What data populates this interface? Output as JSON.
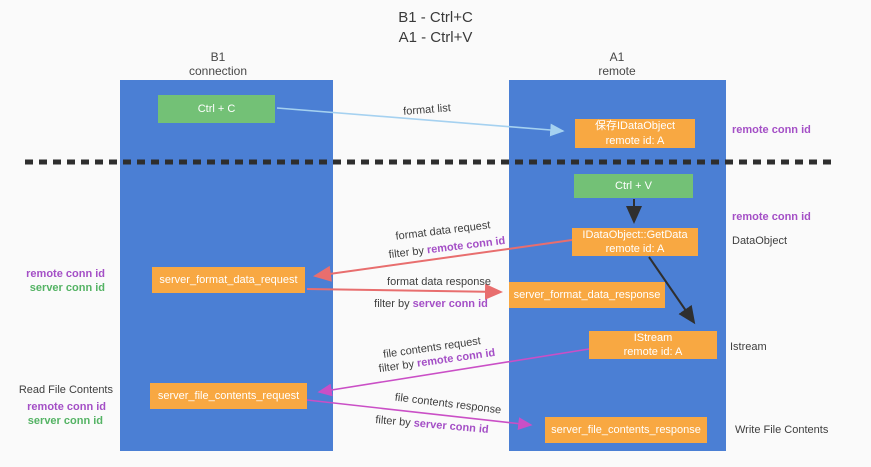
{
  "title": {
    "line1": "B1 - Ctrl+C",
    "line2": "A1 - Ctrl+V"
  },
  "lanes": {
    "b1": {
      "name": "B1",
      "role": "connection"
    },
    "a1": {
      "name": "A1",
      "role": "remote"
    }
  },
  "nodes": {
    "ctrl_c": {
      "label": "Ctrl + C"
    },
    "save_idataobject": {
      "line1": "保存IDataObject",
      "line2": "remote id: A"
    },
    "ctrl_v": {
      "label": "Ctrl + V"
    },
    "getdata": {
      "line1": "IDataObject::GetData",
      "line2": "remote id: A"
    },
    "istream": {
      "line1": "IStream",
      "line2": "remote id: A"
    },
    "format_request": {
      "label": "server_format_data_request"
    },
    "format_response": {
      "label": "server_format_data_response"
    },
    "file_request": {
      "label": "server_file_contents_request"
    },
    "file_response": {
      "label": "server_file_contents_response"
    }
  },
  "flow_labels": {
    "format_list": "format list",
    "format_data_request": "format data request",
    "format_data_response": "format data response",
    "file_contents_request": "file contents request",
    "file_contents_response": "file contents response",
    "filter_by": "filter by ",
    "remote_conn_id": "remote conn id",
    "server_conn_id": "server conn id"
  },
  "side_labels": {
    "remote_conn_id": "remote conn id",
    "server_conn_id": "server conn id",
    "dataobject": "DataObject",
    "istream": "Istream",
    "read_file_contents": "Read File Contents",
    "write_file_contents": "Write File Contents"
  },
  "colors": {
    "lane_blue": "#4b7fd4",
    "node_orange": "#f8a842",
    "node_green": "#73c176",
    "arrow_light_blue": "#a5d1f0",
    "arrow_red": "#e86e6e",
    "arrow_magenta": "#ca4fc6",
    "arrow_black": "#2f2f2f",
    "text_purple": "#a44fc6",
    "text_green": "#54b364"
  }
}
